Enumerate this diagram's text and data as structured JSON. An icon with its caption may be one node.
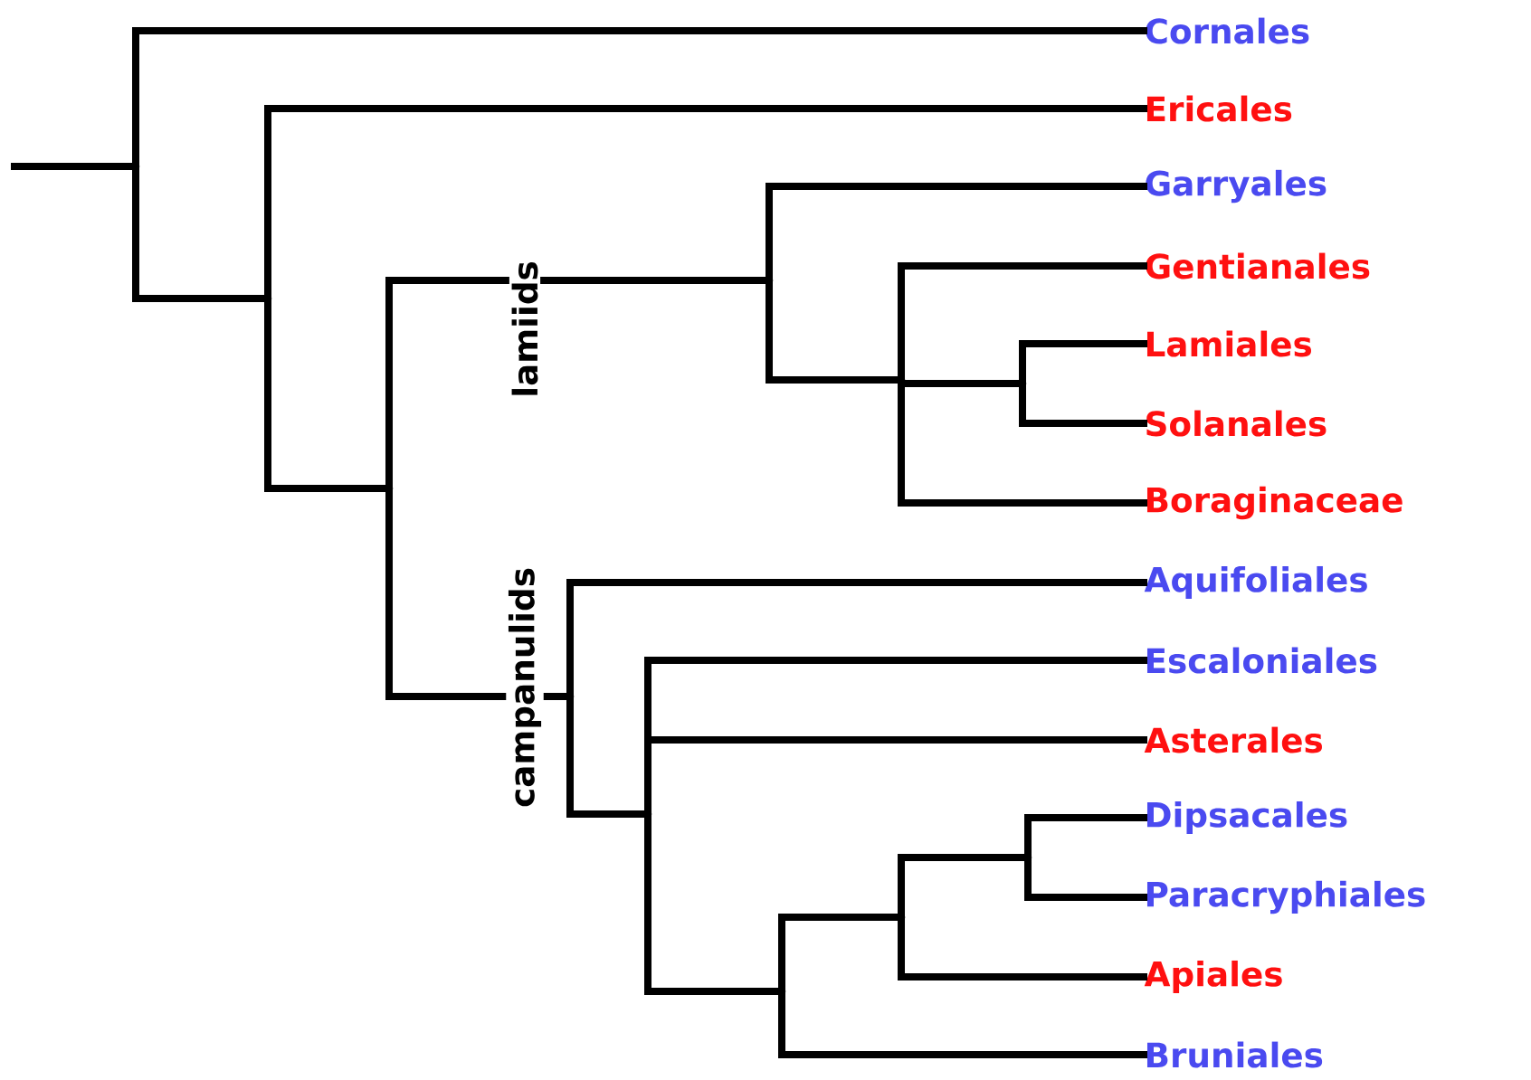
{
  "diagram": {
    "nodes": [
      {
        "text": [
          "Cornales"
        ]
      },
      {
        "text": [
          "Ericales"
        ]
      },
      {
        "text": [
          "Garryales"
        ]
      },
      {
        "text": [
          "Gentianales"
        ]
      },
      {
        "text": [
          "Lamiales"
        ]
      },
      {
        "text": [
          "Solanales"
        ]
      },
      {
        "text": [
          "Boraginaceae"
        ]
      },
      {
        "text": [
          "Aquifoliales"
        ]
      },
      {
        "text": [
          "Escaloniales"
        ]
      },
      {
        "text": [
          "Asterales"
        ]
      },
      {
        "text": [
          "Dipsacales"
        ]
      },
      {
        "text": [
          "Paracryphiales"
        ]
      },
      {
        "text": [
          "Apiales"
        ]
      },
      {
        "text": [
          "Bruniales"
        ]
      },
      {
        "text": [],
        "shape": "point"
      },
      {
        "text": [],
        "shape": "point"
      },
      {
        "text": [],
        "shape": "point"
      },
      {
        "text": [],
        "shape": "point"
      },
      {
        "text": [],
        "shape": "point"
      },
      {
        "text": [],
        "shape": "point"
      },
      {
        "text": [],
        "shape": "point"
      },
      {
        "text": [],
        "shape": "point"
      },
      {
        "text": [],
        "shape": "point"
      },
      {
        "text": [],
        "shape": "point"
      },
      {
        "text": [],
        "shape": "point"
      }
    ],
    "edges": [
      {
        "from": null,
        "to": 14,
        "arrow": "none"
      },
      {
        "from": 14,
        "to": 0,
        "arrow": "none"
      },
      {
        "from": 14,
        "to": 15,
        "arrow": "none"
      },
      {
        "from": 15,
        "to": 1,
        "arrow": "none"
      },
      {
        "from": 15,
        "to": 16,
        "arrow": "none"
      },
      {
        "from": 16,
        "to": 19,
        "arrow": "none",
        "label": "lamiids"
      },
      {
        "from": 16,
        "to": 17,
        "arrow": "none",
        "label": "campanulids"
      },
      {
        "from": 19,
        "to": 2,
        "arrow": "none"
      },
      {
        "from": 19,
        "to": 21,
        "arrow": "none"
      },
      {
        "from": 21,
        "to": 3,
        "arrow": "none"
      },
      {
        "from": 21,
        "to": 23,
        "arrow": "none"
      },
      {
        "from": 21,
        "to": 6,
        "arrow": "none"
      },
      {
        "from": 23,
        "to": 4,
        "arrow": "none"
      },
      {
        "from": 23,
        "to": 5,
        "arrow": "none"
      },
      {
        "from": 17,
        "to": 7,
        "arrow": "none"
      },
      {
        "from": 17,
        "to": 18,
        "arrow": "none"
      },
      {
        "from": 18,
        "to": 8,
        "arrow": "none"
      },
      {
        "from": 18,
        "to": 9,
        "arrow": "none"
      },
      {
        "from": 18,
        "to": 20,
        "arrow": "none"
      },
      {
        "from": 20,
        "to": 22,
        "arrow": "none"
      },
      {
        "from": 20,
        "to": 13,
        "arrow": "none"
      },
      {
        "from": 22,
        "to": 24,
        "arrow": "none"
      },
      {
        "from": 22,
        "to": 12,
        "arrow": "none"
      },
      {
        "from": 24,
        "to": 10,
        "arrow": "none"
      },
      {
        "from": 24,
        "to": 11,
        "arrow": "none"
      }
    ]
  }
}
